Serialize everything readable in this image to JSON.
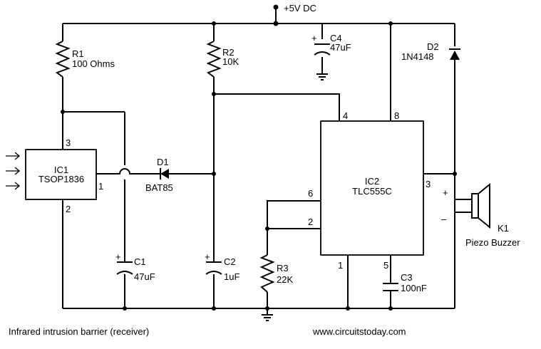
{
  "supply": "+5V DC",
  "components": {
    "r1": {
      "ref": "R1",
      "value": "100 Ohms"
    },
    "r2": {
      "ref": "R2",
      "value": "10K"
    },
    "r3": {
      "ref": "R3",
      "value": "22K"
    },
    "c1": {
      "ref": "C1",
      "value": "47uF"
    },
    "c2": {
      "ref": "C2",
      "value": "1uF"
    },
    "c3": {
      "ref": "C3",
      "value": "100nF"
    },
    "c4": {
      "ref": "C4",
      "value": "47uF"
    },
    "d1": {
      "ref": "D1",
      "value": "BAT85"
    },
    "d2": {
      "ref": "D2",
      "value": "1N4148"
    },
    "ic1": {
      "ref": "IC1",
      "value": "TSOP1836",
      "pins": [
        "3",
        "1",
        "2"
      ]
    },
    "ic2": {
      "ref": "IC2",
      "value": "TLC555C",
      "pins": [
        "4",
        "8",
        "6",
        "2",
        "3",
        "1",
        "5"
      ]
    },
    "k1": {
      "ref": "K1",
      "value": "Piezo Buzzer",
      "plus": "+",
      "minus": "–"
    }
  },
  "polarity_mark": "+",
  "caption": "Infrared intrusion barrier (receiver)",
  "website": "www.circuitstoday.com"
}
